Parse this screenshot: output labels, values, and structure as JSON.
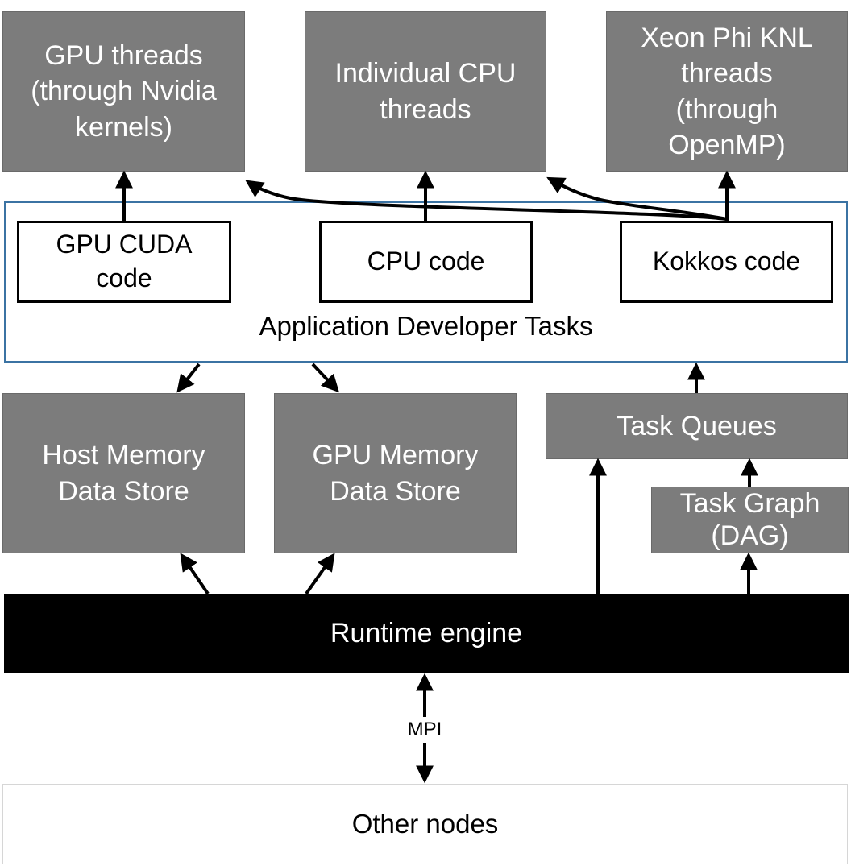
{
  "top_boxes": {
    "gpu_threads": "GPU threads\n(through Nvidia\nkernels)",
    "cpu_threads": "Individual CPU\nthreads",
    "xeon_threads": "Xeon Phi KNL\nthreads\n(through\nOpenMP)"
  },
  "app_tasks": {
    "label": "Application Developer Tasks",
    "gpu_cuda": "GPU CUDA\ncode",
    "cpu_code": "CPU code",
    "kokkos": "Kokkos code"
  },
  "stores": {
    "host": "Host Memory\nData Store",
    "gpu": "GPU Memory\nData Store"
  },
  "scheduler": {
    "task_queues": "Task Queues",
    "task_graph": "Task Graph\n(DAG)"
  },
  "runtime": "Runtime engine",
  "mpi": "MPI",
  "other_nodes": "Other nodes",
  "colors": {
    "box_gray": "#7c7c7c",
    "app_border": "#3b73a3",
    "runtime_bg": "#000000"
  }
}
